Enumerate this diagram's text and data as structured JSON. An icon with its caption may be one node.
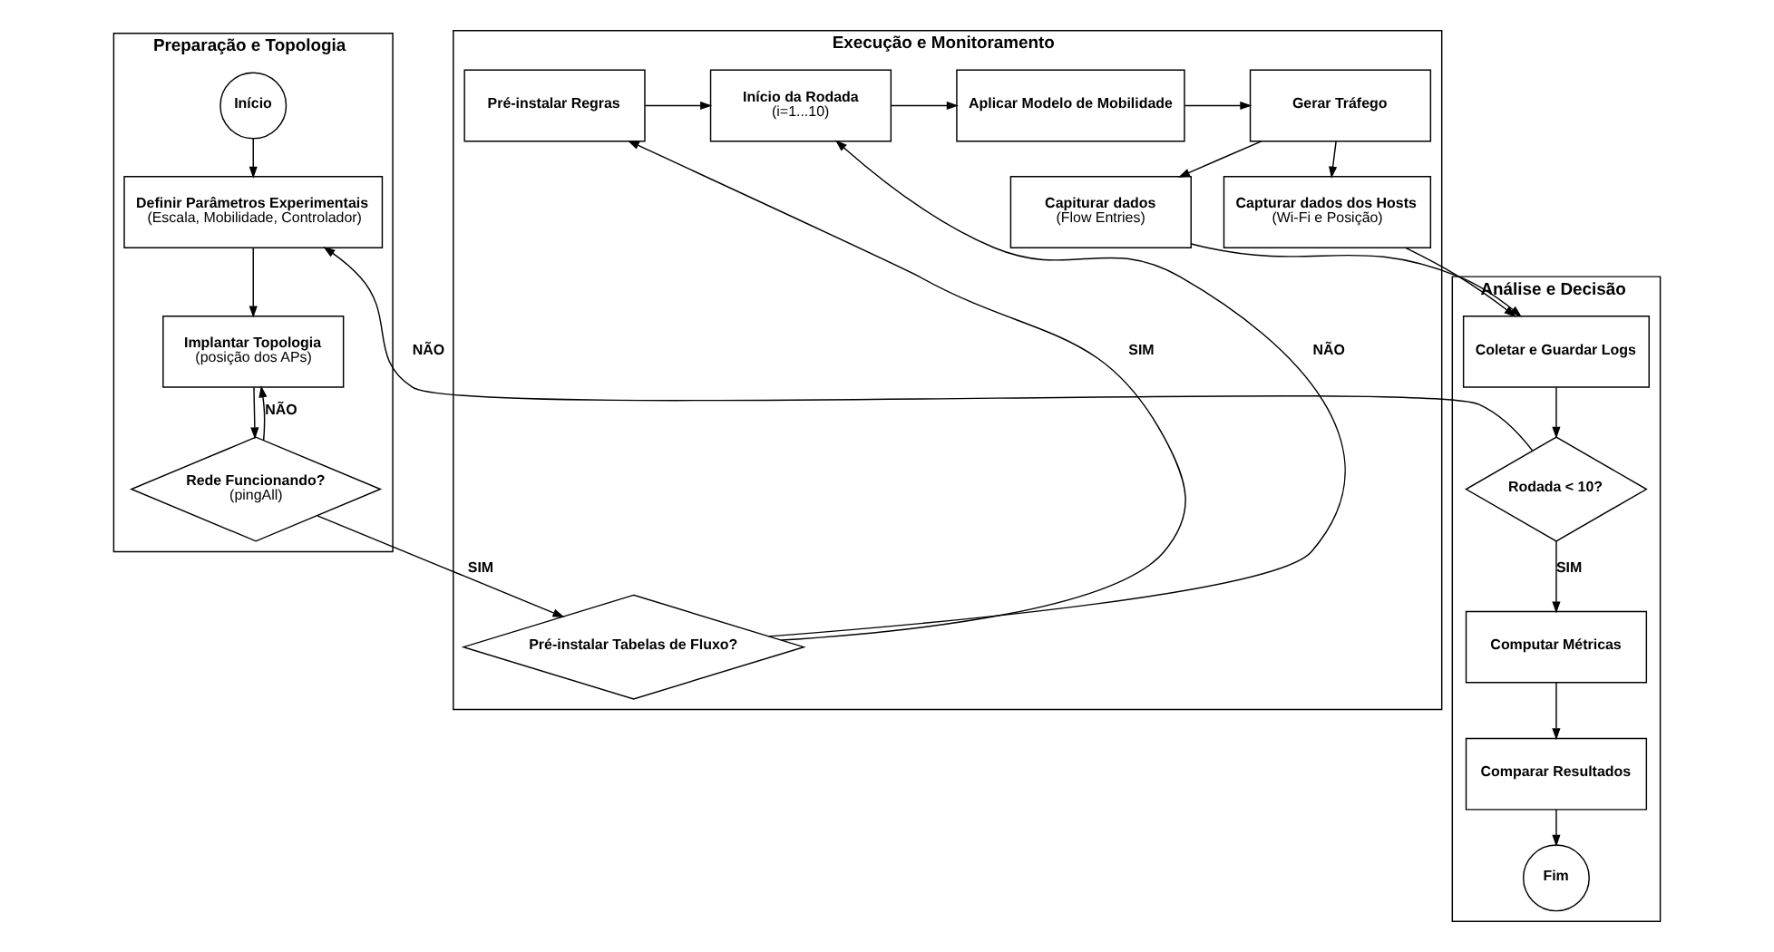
{
  "diagram": {
    "nodes": [
      {
        "text": [
          "Preparação e Topologia"
        ]
      },
      {
        "text": [
          "Início"
        ],
        "in": 0
      },
      {
        "text": [
          "Definir Parâmetros Experimentais",
          "(Escala, Mobilidade, Controlador)"
        ],
        "in": 0
      },
      {
        "text": [
          "Implantar Topologia",
          "(posição dos APs)"
        ],
        "in": 0
      },
      {
        "text": [
          "Rede Funcionando?",
          "(pingAll)"
        ],
        "in": 0
      },
      {
        "text": [
          "Execução e Monitoramento"
        ]
      },
      {
        "text": [
          "Gerar Tráfego"
        ],
        "in": 5
      },
      {
        "text": [
          "Capiturar dados",
          "(Flow Entries)"
        ],
        "in": 5
      },
      {
        "text": [
          "Aplicar Modelo de Mobilidade"
        ],
        "in": 5
      },
      {
        "text": [
          "Capturar dados dos Hosts",
          "(Wi-Fi e Posição)"
        ],
        "in": 5
      },
      {
        "text": [
          "Início da Rodada",
          "(i=1...10)"
        ],
        "in": 5
      },
      {
        "text": [
          "Pré-instalar Regras"
        ],
        "in": 5
      },
      {
        "text": [
          "Pré-instalar Tabelas de Fluxo?"
        ],
        "in": 5
      },
      {
        "text": [
          "Análise e Decisão"
        ]
      },
      {
        "text": [
          "Coletar e Guardar Logs"
        ],
        "in": 13
      },
      {
        "text": [
          "Rodada < 10?"
        ],
        "in": 13
      },
      {
        "text": [
          "Computar Métricas"
        ],
        "in": 13
      },
      {
        "text": [
          "Comparar Resultados"
        ],
        "in": 13
      },
      {
        "text": [
          "Fim"
        ],
        "in": 13
      }
    ],
    "edges": [
      {
        "from": 1,
        "to": 2,
        "arrow": "to"
      },
      {
        "from": 2,
        "to": 3,
        "arrow": "to"
      },
      {
        "from": 3,
        "to": 4,
        "arrow": "to"
      },
      {
        "from": 4,
        "to": 3,
        "arrow": "to",
        "label": "NÃO"
      },
      {
        "from": 4,
        "to": 12,
        "arrow": "to",
        "label": "SIM"
      },
      {
        "from": 12,
        "to": 10,
        "arrow": "to",
        "label": "NÃO"
      },
      {
        "from": 12,
        "to": 11,
        "arrow": "to",
        "label": "SIM"
      },
      {
        "from": 11,
        "to": 10,
        "arrow": "to"
      },
      {
        "from": 10,
        "to": 8,
        "arrow": "to"
      },
      {
        "from": 8,
        "to": 6,
        "arrow": "to"
      },
      {
        "from": 6,
        "to": 7,
        "arrow": "to"
      },
      {
        "from": 6,
        "to": 9,
        "arrow": "to"
      },
      {
        "from": 7,
        "to": 14,
        "arrow": "to"
      },
      {
        "from": 9,
        "to": 14,
        "arrow": "to"
      },
      {
        "from": 14,
        "to": 15,
        "arrow": "to"
      },
      {
        "from": 15,
        "to": 2,
        "arrow": "to",
        "label": "NÃO"
      },
      {
        "from": 15,
        "to": 16,
        "arrow": "to",
        "label": "SIM"
      },
      {
        "from": 16,
        "to": 17,
        "arrow": "to"
      },
      {
        "from": 17,
        "to": 18,
        "arrow": "to"
      }
    ]
  }
}
